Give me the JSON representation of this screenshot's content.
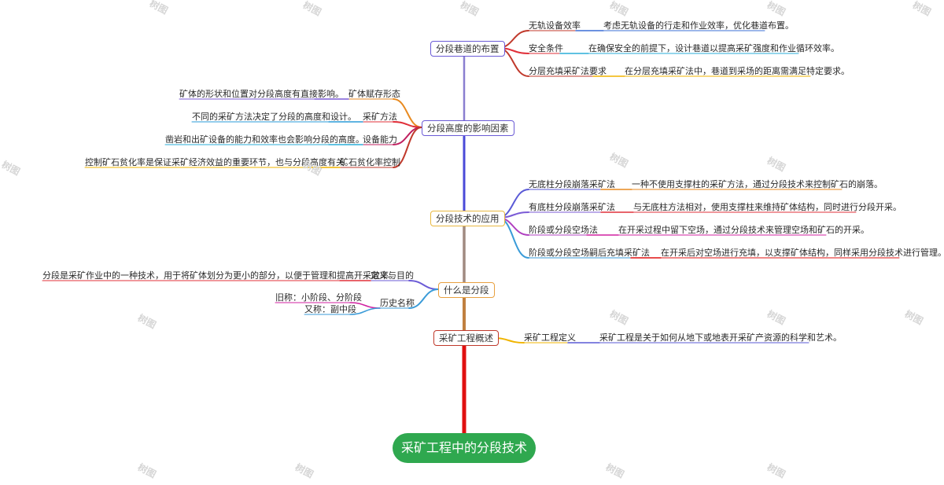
{
  "root": {
    "label": "采矿工程中的分段技术"
  },
  "colors": {
    "root_bg": "#2fa84f",
    "trunk": "#e01010"
  },
  "branches": [
    {
      "label": "分段巷道的布置",
      "border": "#6b5bd6",
      "children": [
        {
          "label": "无轨设备效率",
          "detail": "考虑无轨设备的行走和作业效率，优化巷道布置。",
          "color": "#c0392b",
          "ucolor": "#3b6fd6"
        },
        {
          "label": "安全条件",
          "detail": "在确保安全的前提下，设计巷道以提高采矿强度和作业循环效率。",
          "color": "#e0303a",
          "ucolor": "#2aaed8"
        },
        {
          "label": "分层充填采矿法要求",
          "detail": "在分层充填采矿法中，巷道到采场的距离需满足特定要求。",
          "color": "#c0392b",
          "ucolor": "#f0b400"
        }
      ]
    },
    {
      "label": "分段高度的影响因素",
      "border": "#6b5bd6",
      "children": [
        {
          "label": "矿体赋存形态",
          "detail": "矿体的形状和位置对分段高度有直接影响。",
          "color": "#e88a20",
          "ucolor": "#7b5bd6"
        },
        {
          "label": "采矿方法",
          "detail": "不同的采矿方法决定了分段的高度和设计。",
          "color": "#e0303a",
          "ucolor": "#2a9bd8"
        },
        {
          "label": "设备能力",
          "detail": "凿岩和出矿设备的能力和效率也会影响分段的高度。",
          "color": "#c02060",
          "ucolor": "#2aaed8"
        },
        {
          "label": "矿石贫化率控制",
          "detail": "控制矿石贫化率是保证采矿经济效益的重要环节，也与分段高度有关。",
          "color": "#c0392b",
          "ucolor": "#f0b400"
        }
      ]
    },
    {
      "label": "分段技术的应用",
      "border": "#e8b840",
      "children": [
        {
          "label": "无底柱分段崩落采矿法",
          "detail": "一种不使用支撑柱的采矿方法，通过分段技术来控制矿石的崩落。",
          "color": "#5a5ad6",
          "ucolor": "#e88a20"
        },
        {
          "label": "有底柱分段崩落采矿法",
          "detail": "与无底柱方法相对，使用支撑柱来维持矿体结构，同时进行分段开采。",
          "color": "#7b5bd6",
          "ucolor": "#e0303a"
        },
        {
          "label": "阶段或分段空场法",
          "detail": "在开采过程中留下空场，通过分段技术来管理空场和矿石的开采。",
          "color": "#b040c0",
          "ucolor": "#d020a0"
        },
        {
          "label": "阶段或分段空场嗣后充填采矿法",
          "detail": "在开采后对空场进行充填，以支撑矿体结构，同样采用分段技术进行管理。",
          "color": "#3a9bd8",
          "ucolor": "#e01010"
        }
      ]
    },
    {
      "label": "什么是分段",
      "border": "#e8a040",
      "children": [
        {
          "label": "定义与目的",
          "detail": "分段是采矿作业中的一种技术，用于将矿体划分为更小的部分，以便于管理和提高开采效率。",
          "color": "#6b5bd6",
          "ucolor": "#e0303a"
        },
        {
          "label": "历史名称",
          "color": "#3a9bd8",
          "ucolor": "#d020a0",
          "subs": [
            {
              "label": "旧称：小阶段、分阶段"
            },
            {
              "label": "又称：副中段"
            }
          ]
        }
      ]
    },
    {
      "label": "采矿工程概述",
      "border": "#c0392b",
      "children": [
        {
          "label": "采矿工程定义",
          "detail": "采矿工程是关于如何从地下或地表开采矿产资源的科学和艺术。",
          "color": "#f0b400",
          "ucolor": "#5a5ad6"
        }
      ]
    }
  ],
  "watermark": "树图"
}
